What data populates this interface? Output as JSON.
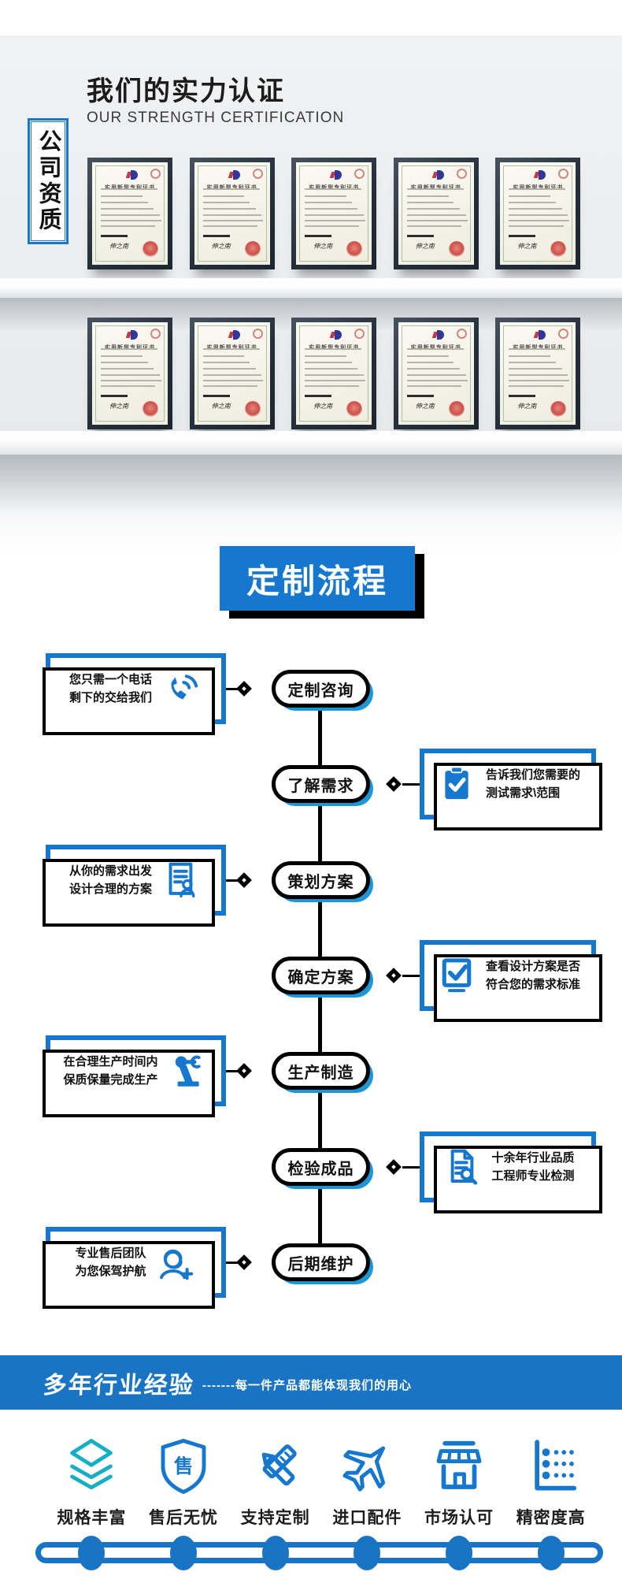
{
  "theme": {
    "blue": "#1677cf",
    "banner_blue": "#1a74c4",
    "pill_shadow_blue": "#1b97d8",
    "teal": "#16aec6",
    "seal_red": "#cf4f47"
  },
  "certs_section": {
    "title": "我们的实力认证",
    "subtitle": "OUR STRENGTH CERTIFICATION",
    "side_label": "公司资质",
    "certificate_title": "实用新型专利证书",
    "certificate_signature": "伸之南",
    "rows": [
      5,
      5
    ]
  },
  "flow_section": {
    "title": "定制流程",
    "steps": [
      {
        "label": "定制咨询",
        "side": "left",
        "note_lines": [
          "您只需一个电话",
          "剩下的交给我们"
        ],
        "icon": "phone-icon"
      },
      {
        "label": "了解需求",
        "side": "right",
        "note_lines": [
          "告诉我们您需要的",
          "测试需求\\范围"
        ],
        "icon": "clipboard-check-icon"
      },
      {
        "label": "策划方案",
        "side": "left",
        "note_lines": [
          "从你的需求出发",
          "设计合理的方案"
        ],
        "icon": "document-person-icon"
      },
      {
        "label": "确定方案",
        "side": "right",
        "note_lines": [
          "查看设计方案是否",
          "符合您的需求标准"
        ],
        "icon": "checkbox-icon"
      },
      {
        "label": "生产制造",
        "side": "left",
        "note_lines": [
          "在合理生产时间内",
          "保质保量完成生产"
        ],
        "icon": "robot-arm-icon"
      },
      {
        "label": "检验成品",
        "side": "right",
        "note_lines": [
          "十余年行业品质",
          "工程师专业检测"
        ],
        "icon": "document-search-icon"
      },
      {
        "label": "后期维护",
        "side": "left",
        "note_lines": [
          "专业售后团队",
          "为您保驾护航"
        ],
        "icon": "headset-person-icon"
      }
    ]
  },
  "banner": {
    "title": "多年行业经验",
    "tagline": "-------每一件产品都能体现我们的用心"
  },
  "features": {
    "items": [
      {
        "label": "规格丰富",
        "icon": "layers-icon"
      },
      {
        "label": "售后无忧",
        "icon": "shield-sale-icon",
        "glyph": "售"
      },
      {
        "label": "支持定制",
        "icon": "tools-icon"
      },
      {
        "label": "进口配件",
        "icon": "plane-icon"
      },
      {
        "label": "市场认可",
        "icon": "store-icon"
      },
      {
        "label": "精密度高",
        "icon": "precision-icon"
      }
    ]
  }
}
